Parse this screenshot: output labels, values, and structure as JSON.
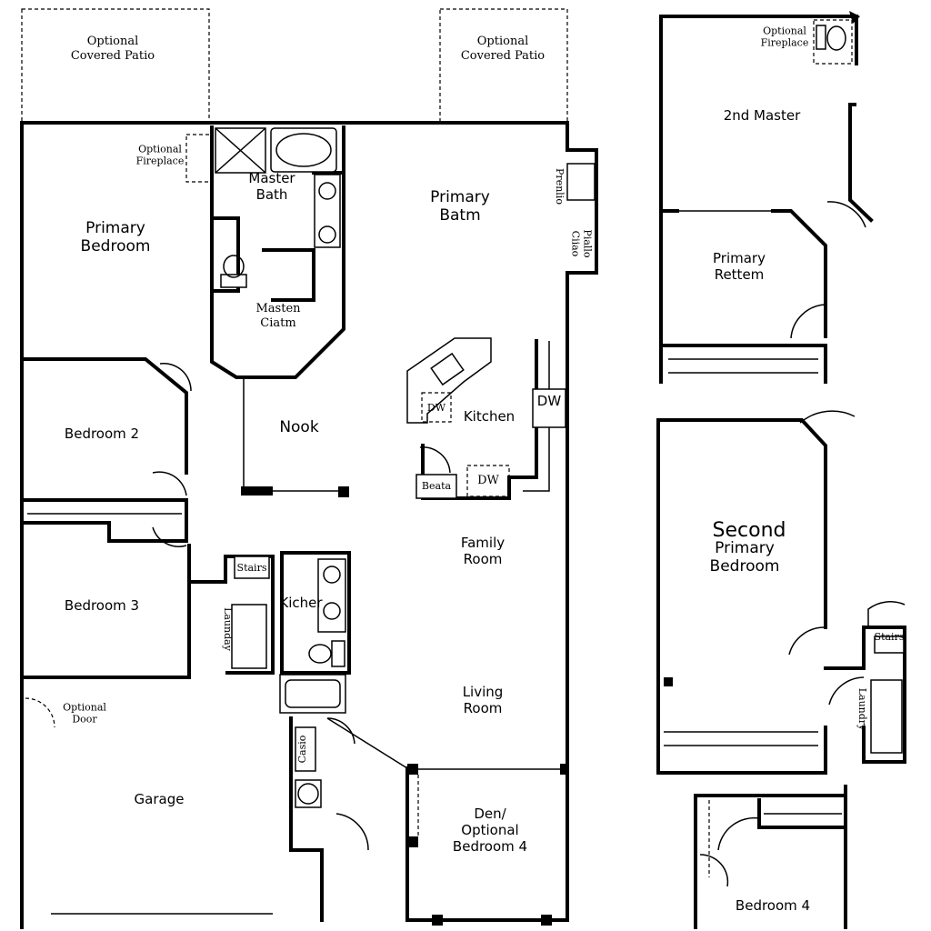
{
  "main_plan": {
    "patio_left": "Optional\nCovered Patio",
    "patio_right": "Optional\nCovered Patio",
    "fireplace": "Optional\nFireplace",
    "primary_bedroom": "Primary\nBedroom",
    "master_bath": "Master\nBath",
    "master_closet": "Masten\nCiatm",
    "primary_bath": "Primary\nBatm",
    "side_vertical_1": "Prenlio",
    "side_vertical_2": "Piallo\nCiiao",
    "bedroom_2": "Bedroom 2",
    "nook": "Nook",
    "kitchen": "Kitchen",
    "dw_upper": "DW",
    "dw_lower": "DW",
    "dw_right": "DW",
    "beata": "Beata",
    "bedroom_3": "Bedroom 3",
    "laundry": "Launday",
    "kitchen2": "Kicher",
    "stairs_small": "Stairs",
    "family_room": "Family\nRoom",
    "living_room": "Living\nRoom",
    "optional_door": "Optional\nDoor",
    "garage": "Garage",
    "casio": "Casio",
    "den": "Den/\nOptional\nBedroom 4"
  },
  "alt_upper": {
    "fireplace": "Optional\nFireplace",
    "second_master": "2nd Master",
    "primary_room": "Primary\nRettem"
  },
  "alt_middle": {
    "second_primary_title": "Second",
    "second_primary": "Primary\nBedroom",
    "stairs": "Stairs",
    "laundry": "Laundry"
  },
  "alt_lower": {
    "bedroom_4": "Bedroom 4"
  }
}
